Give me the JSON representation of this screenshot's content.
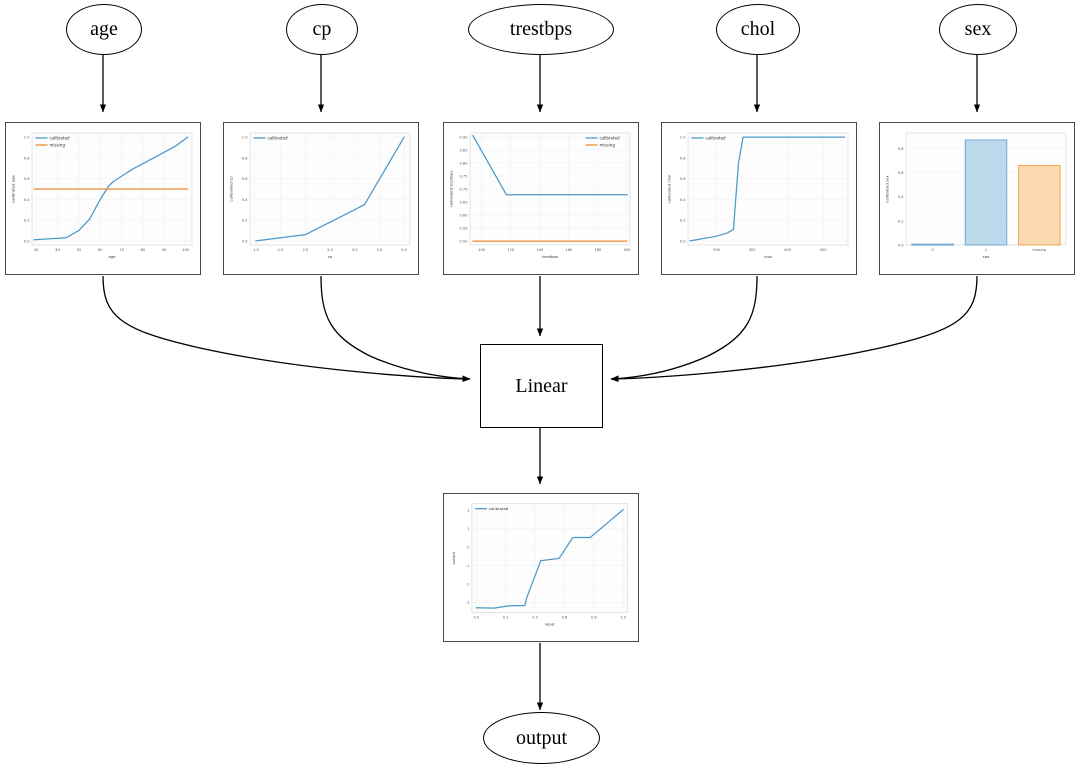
{
  "graph": {
    "input_nodes": [
      {
        "id": "age",
        "label": "age"
      },
      {
        "id": "cp",
        "label": "cp"
      },
      {
        "id": "trestbps",
        "label": "trestbps"
      },
      {
        "id": "chol",
        "label": "chol"
      },
      {
        "id": "sex",
        "label": "sex"
      }
    ],
    "linear_node": {
      "label": "Linear"
    },
    "output_node": {
      "label": "output"
    }
  },
  "legend_labels": {
    "calibrated": "calibrated",
    "missing": "missing"
  },
  "colors": {
    "calibrated": "#4a98c9",
    "missing": "#f08a30",
    "bar_calibrated_fill": "#bcd9ec",
    "bar_missing_fill": "#fbd9b1",
    "panel_border": "#4a4a4a",
    "grid": "#eceff3"
  },
  "chart_data": [
    {
      "id": "age",
      "type": "line",
      "title": "",
      "xlabel": "age",
      "ylabel": "calibrated age",
      "xlim": [
        28,
        103
      ],
      "ylim": [
        -0.04,
        1.04
      ],
      "xticks": [
        30,
        40,
        50,
        60,
        70,
        80,
        90,
        100
      ],
      "yticks": [
        0.0,
        0.2,
        0.4,
        0.6,
        0.8,
        1.0
      ],
      "grid": true,
      "legend": [
        "calibrated",
        "missing"
      ],
      "legend_position": "upper left",
      "series": [
        {
          "name": "calibrated",
          "x": [
            29,
            44,
            50,
            55,
            60,
            64,
            66,
            75,
            85,
            95,
            101
          ],
          "y": [
            0.01,
            0.03,
            0.1,
            0.21,
            0.4,
            0.53,
            0.57,
            0.69,
            0.8,
            0.91,
            1.0
          ]
        },
        {
          "name": "missing",
          "x": [
            29,
            101
          ],
          "y": [
            0.5,
            0.5
          ]
        }
      ]
    },
    {
      "id": "cp",
      "type": "line",
      "title": "",
      "xlabel": "cp",
      "ylabel": "calibrated cp",
      "xlim": [
        0.88,
        4.12
      ],
      "ylim": [
        -0.04,
        1.04
      ],
      "xticks": [
        1.0,
        1.5,
        2.0,
        2.5,
        3.0,
        3.5,
        4.0
      ],
      "yticks": [
        0.0,
        0.2,
        0.4,
        0.6,
        0.8,
        1.0
      ],
      "grid": true,
      "legend": [
        "calibrated"
      ],
      "legend_position": "upper left",
      "series": [
        {
          "name": "calibrated",
          "x": [
            1.0,
            2.0,
            3.0,
            3.2,
            4.0
          ],
          "y": [
            0.0,
            0.06,
            0.3,
            0.35,
            1.0
          ]
        }
      ]
    },
    {
      "id": "trestbps",
      "type": "line",
      "title": "",
      "xlabel": "trestbps",
      "ylabel": "calibrated trestbps",
      "xlim": [
        92,
        202
      ],
      "ylim": [
        0.485,
        0.915
      ],
      "xticks": [
        100,
        120,
        140,
        160,
        180,
        200
      ],
      "yticks": [
        0.5,
        0.55,
        0.6,
        0.65,
        0.7,
        0.75,
        0.8,
        0.85,
        0.9
      ],
      "grid": true,
      "legend": [
        "calibrated",
        "missing"
      ],
      "legend_position": "upper right",
      "series": [
        {
          "name": "calibrated",
          "x": [
            94,
            117,
            200
          ],
          "y": [
            0.905,
            0.678,
            0.678
          ]
        },
        {
          "name": "missing",
          "x": [
            94,
            200
          ],
          "y": [
            0.5,
            0.5
          ]
        }
      ]
    },
    {
      "id": "chol",
      "type": "line",
      "title": "",
      "xlabel": "chol",
      "ylabel": "calibrated chol",
      "xlim": [
        120,
        570
      ],
      "ylim": [
        -0.04,
        1.04
      ],
      "xticks": [
        200,
        300,
        400,
        500
      ],
      "yticks": [
        0.0,
        0.2,
        0.4,
        0.6,
        0.8,
        1.0
      ],
      "grid": true,
      "legend": [
        "calibrated"
      ],
      "legend_position": "upper left",
      "series": [
        {
          "name": "calibrated",
          "x": [
            126,
            200,
            230,
            248,
            252,
            262,
            275,
            400,
            560
          ],
          "y": [
            0.0,
            0.045,
            0.075,
            0.11,
            0.3,
            0.75,
            1.0,
            1.0,
            1.0
          ]
        }
      ]
    },
    {
      "id": "sex",
      "type": "bar",
      "title": "",
      "xlabel": "sex",
      "ylabel": "calibrated sex",
      "categories": [
        "0",
        "1",
        "missing"
      ],
      "values": [
        0.008,
        0.872,
        0.66
      ],
      "bar_colors": [
        "calibrated",
        "calibrated",
        "missing"
      ],
      "ylim": [
        0.0,
        0.93
      ],
      "yticks": [
        0.0,
        0.2,
        0.4,
        0.6,
        0.8
      ],
      "grid": true,
      "legend": []
    },
    {
      "id": "output",
      "type": "line",
      "title": "",
      "xlabel": "input",
      "ylabel": "output",
      "xlim": [
        -0.03,
        1.03
      ],
      "ylim": [
        -3.55,
        2.35
      ],
      "xticks": [
        0.0,
        0.2,
        0.4,
        0.6,
        0.8,
        1.0
      ],
      "yticks": [
        -3,
        -2,
        -1,
        0,
        1,
        2
      ],
      "grid": true,
      "legend": [
        "calibrated"
      ],
      "legend_position": "upper left",
      "series": [
        {
          "name": "calibrated",
          "x": [
            0.0,
            0.12,
            0.22,
            0.33,
            0.345,
            0.44,
            0.455,
            0.55,
            0.565,
            0.655,
            0.665,
            0.775,
            1.0
          ],
          "y": [
            -3.28,
            -3.3,
            -3.18,
            -3.16,
            -2.7,
            -0.72,
            -0.72,
            -0.62,
            -0.6,
            0.5,
            0.52,
            0.52,
            2.03
          ]
        }
      ]
    }
  ]
}
